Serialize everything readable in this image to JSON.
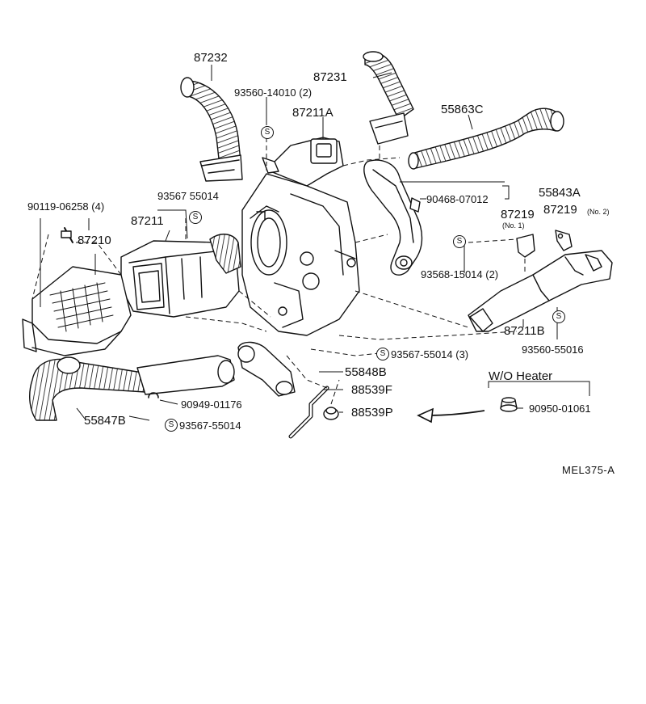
{
  "labels": {
    "p87232": "87232",
    "p93560_14010": "93560-14010 (2)",
    "p87231": "87231",
    "p87211A": "87211A",
    "p55863C": "55863C",
    "p93567_55014_top": "93567 55014",
    "p90119": "90119-06258 (4)",
    "p87211": "87211",
    "p87210": "87210",
    "p55843A": "55843A",
    "p90468": "90468-07012",
    "p87219_no1": "87219",
    "p87219_no1_sub": "(No. 1)",
    "p87219_no2": "87219",
    "p87219_no2_sub": "(No. 2)",
    "p93568": "93568-15014 (2)",
    "p87211B": "87211B",
    "p93560_55016": "93560-55016",
    "p93567_55014_3": "93567-55014 (3)",
    "p55848B": "55848B",
    "p88539F": "88539F",
    "p88539P": "88539P",
    "p90949": "90949-01176",
    "p55847B": "55847B",
    "p93567_55014_bot": "93567-55014",
    "wo_heater": "W/O Heater",
    "p90950": "90950-01061",
    "ref_code": "MEL375-A"
  },
  "s_symbol": "S"
}
